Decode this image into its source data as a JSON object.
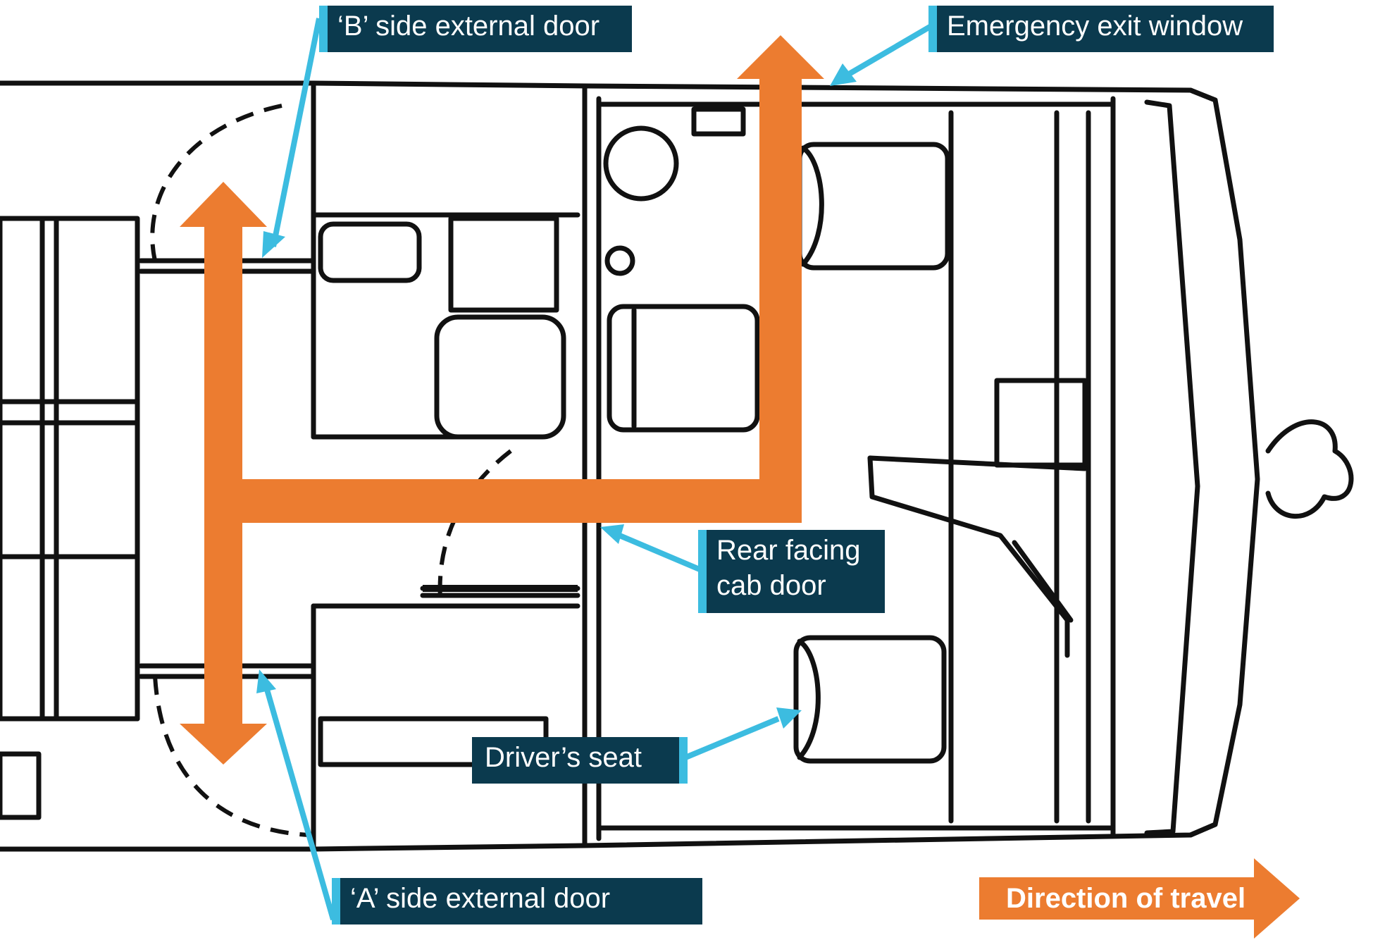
{
  "callouts": {
    "b_side_door": "‘B’ side external door",
    "emergency_exit": "Emergency exit window",
    "rear_cab_door": [
      "Rear facing",
      "cab door"
    ],
    "drivers_seat": "Driver’s seat",
    "a_side_door": "‘A’ side external door",
    "direction": "Direction of travel"
  },
  "colors": {
    "orange": "#ec7c30",
    "callout_bg": "#0b3a4e",
    "callout_accent": "#3cbce0",
    "drawing_line": "#111111"
  }
}
